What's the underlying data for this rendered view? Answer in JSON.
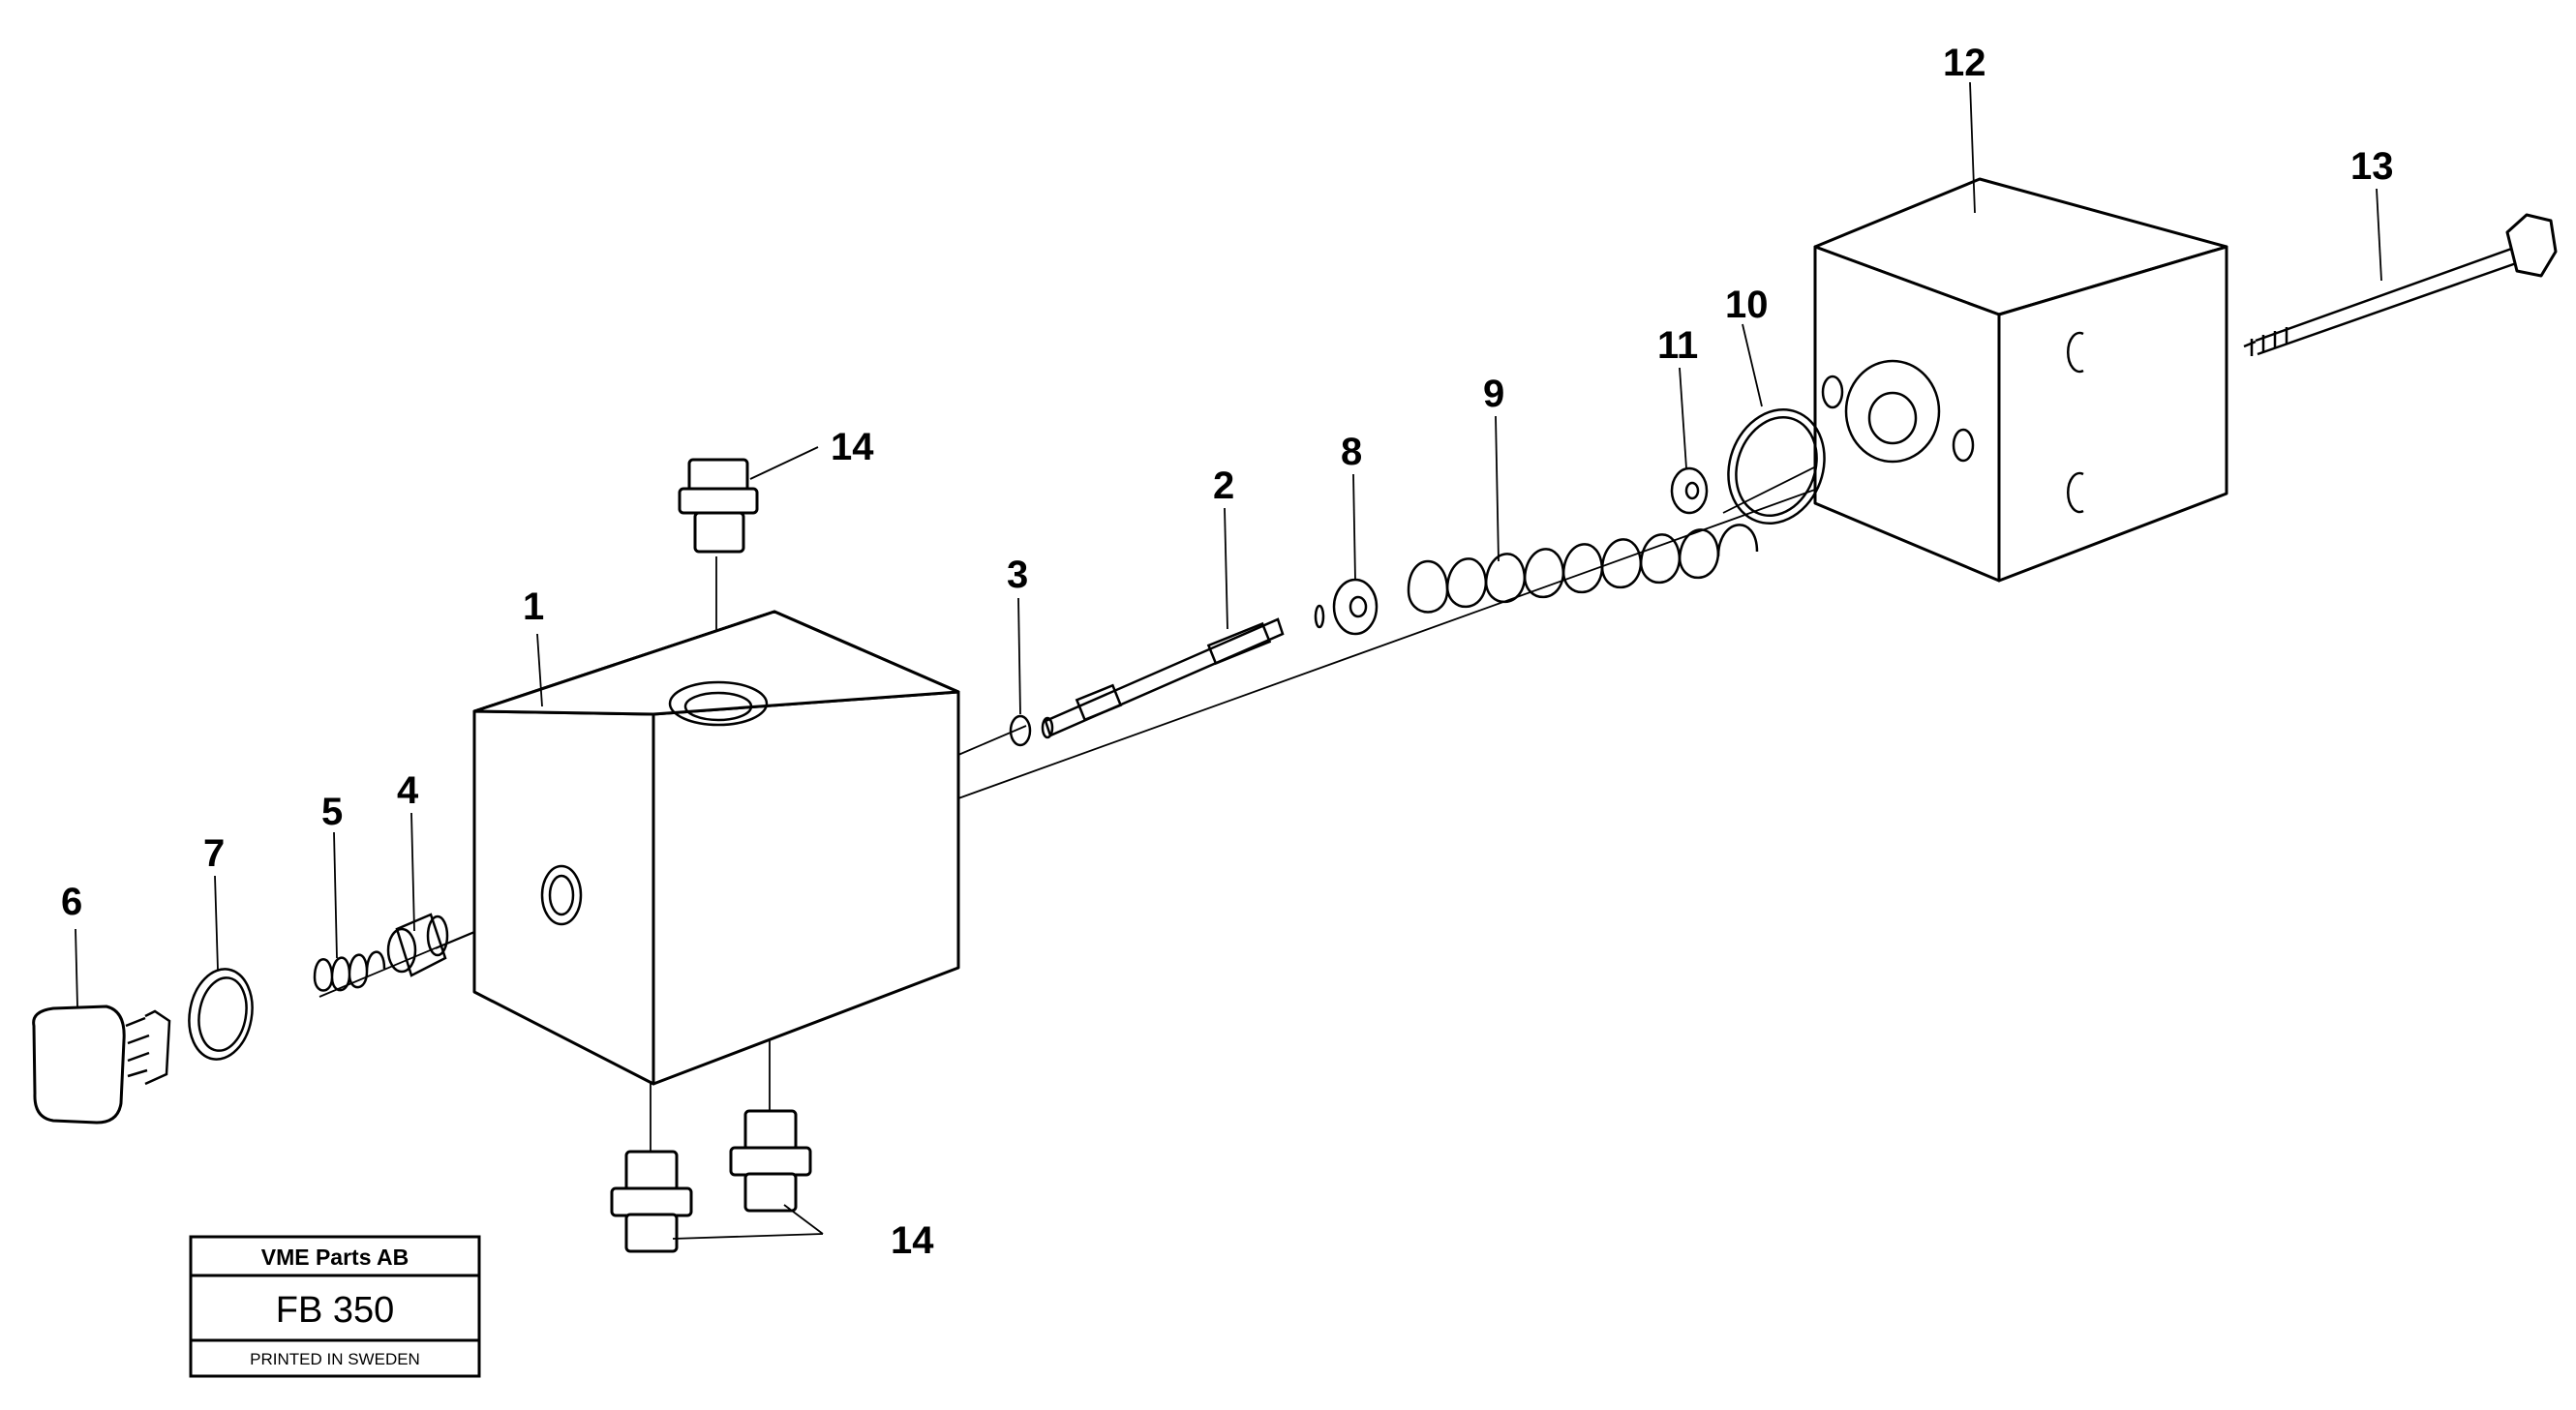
{
  "callouts": [
    {
      "id": "1",
      "label": "1"
    },
    {
      "id": "2",
      "label": "2"
    },
    {
      "id": "3",
      "label": "3"
    },
    {
      "id": "4",
      "label": "4"
    },
    {
      "id": "5",
      "label": "5"
    },
    {
      "id": "6",
      "label": "6"
    },
    {
      "id": "7",
      "label": "7"
    },
    {
      "id": "8",
      "label": "8"
    },
    {
      "id": "9",
      "label": "9"
    },
    {
      "id": "10",
      "label": "10"
    },
    {
      "id": "11",
      "label": "11"
    },
    {
      "id": "12",
      "label": "12"
    },
    {
      "id": "13",
      "label": "13"
    },
    {
      "id": "14a",
      "label": "14"
    },
    {
      "id": "14b",
      "label": "14"
    }
  ],
  "stamp": {
    "company": "VME Parts AB",
    "code": "FB 350",
    "printed": "PRINTED IN SWEDEN"
  }
}
